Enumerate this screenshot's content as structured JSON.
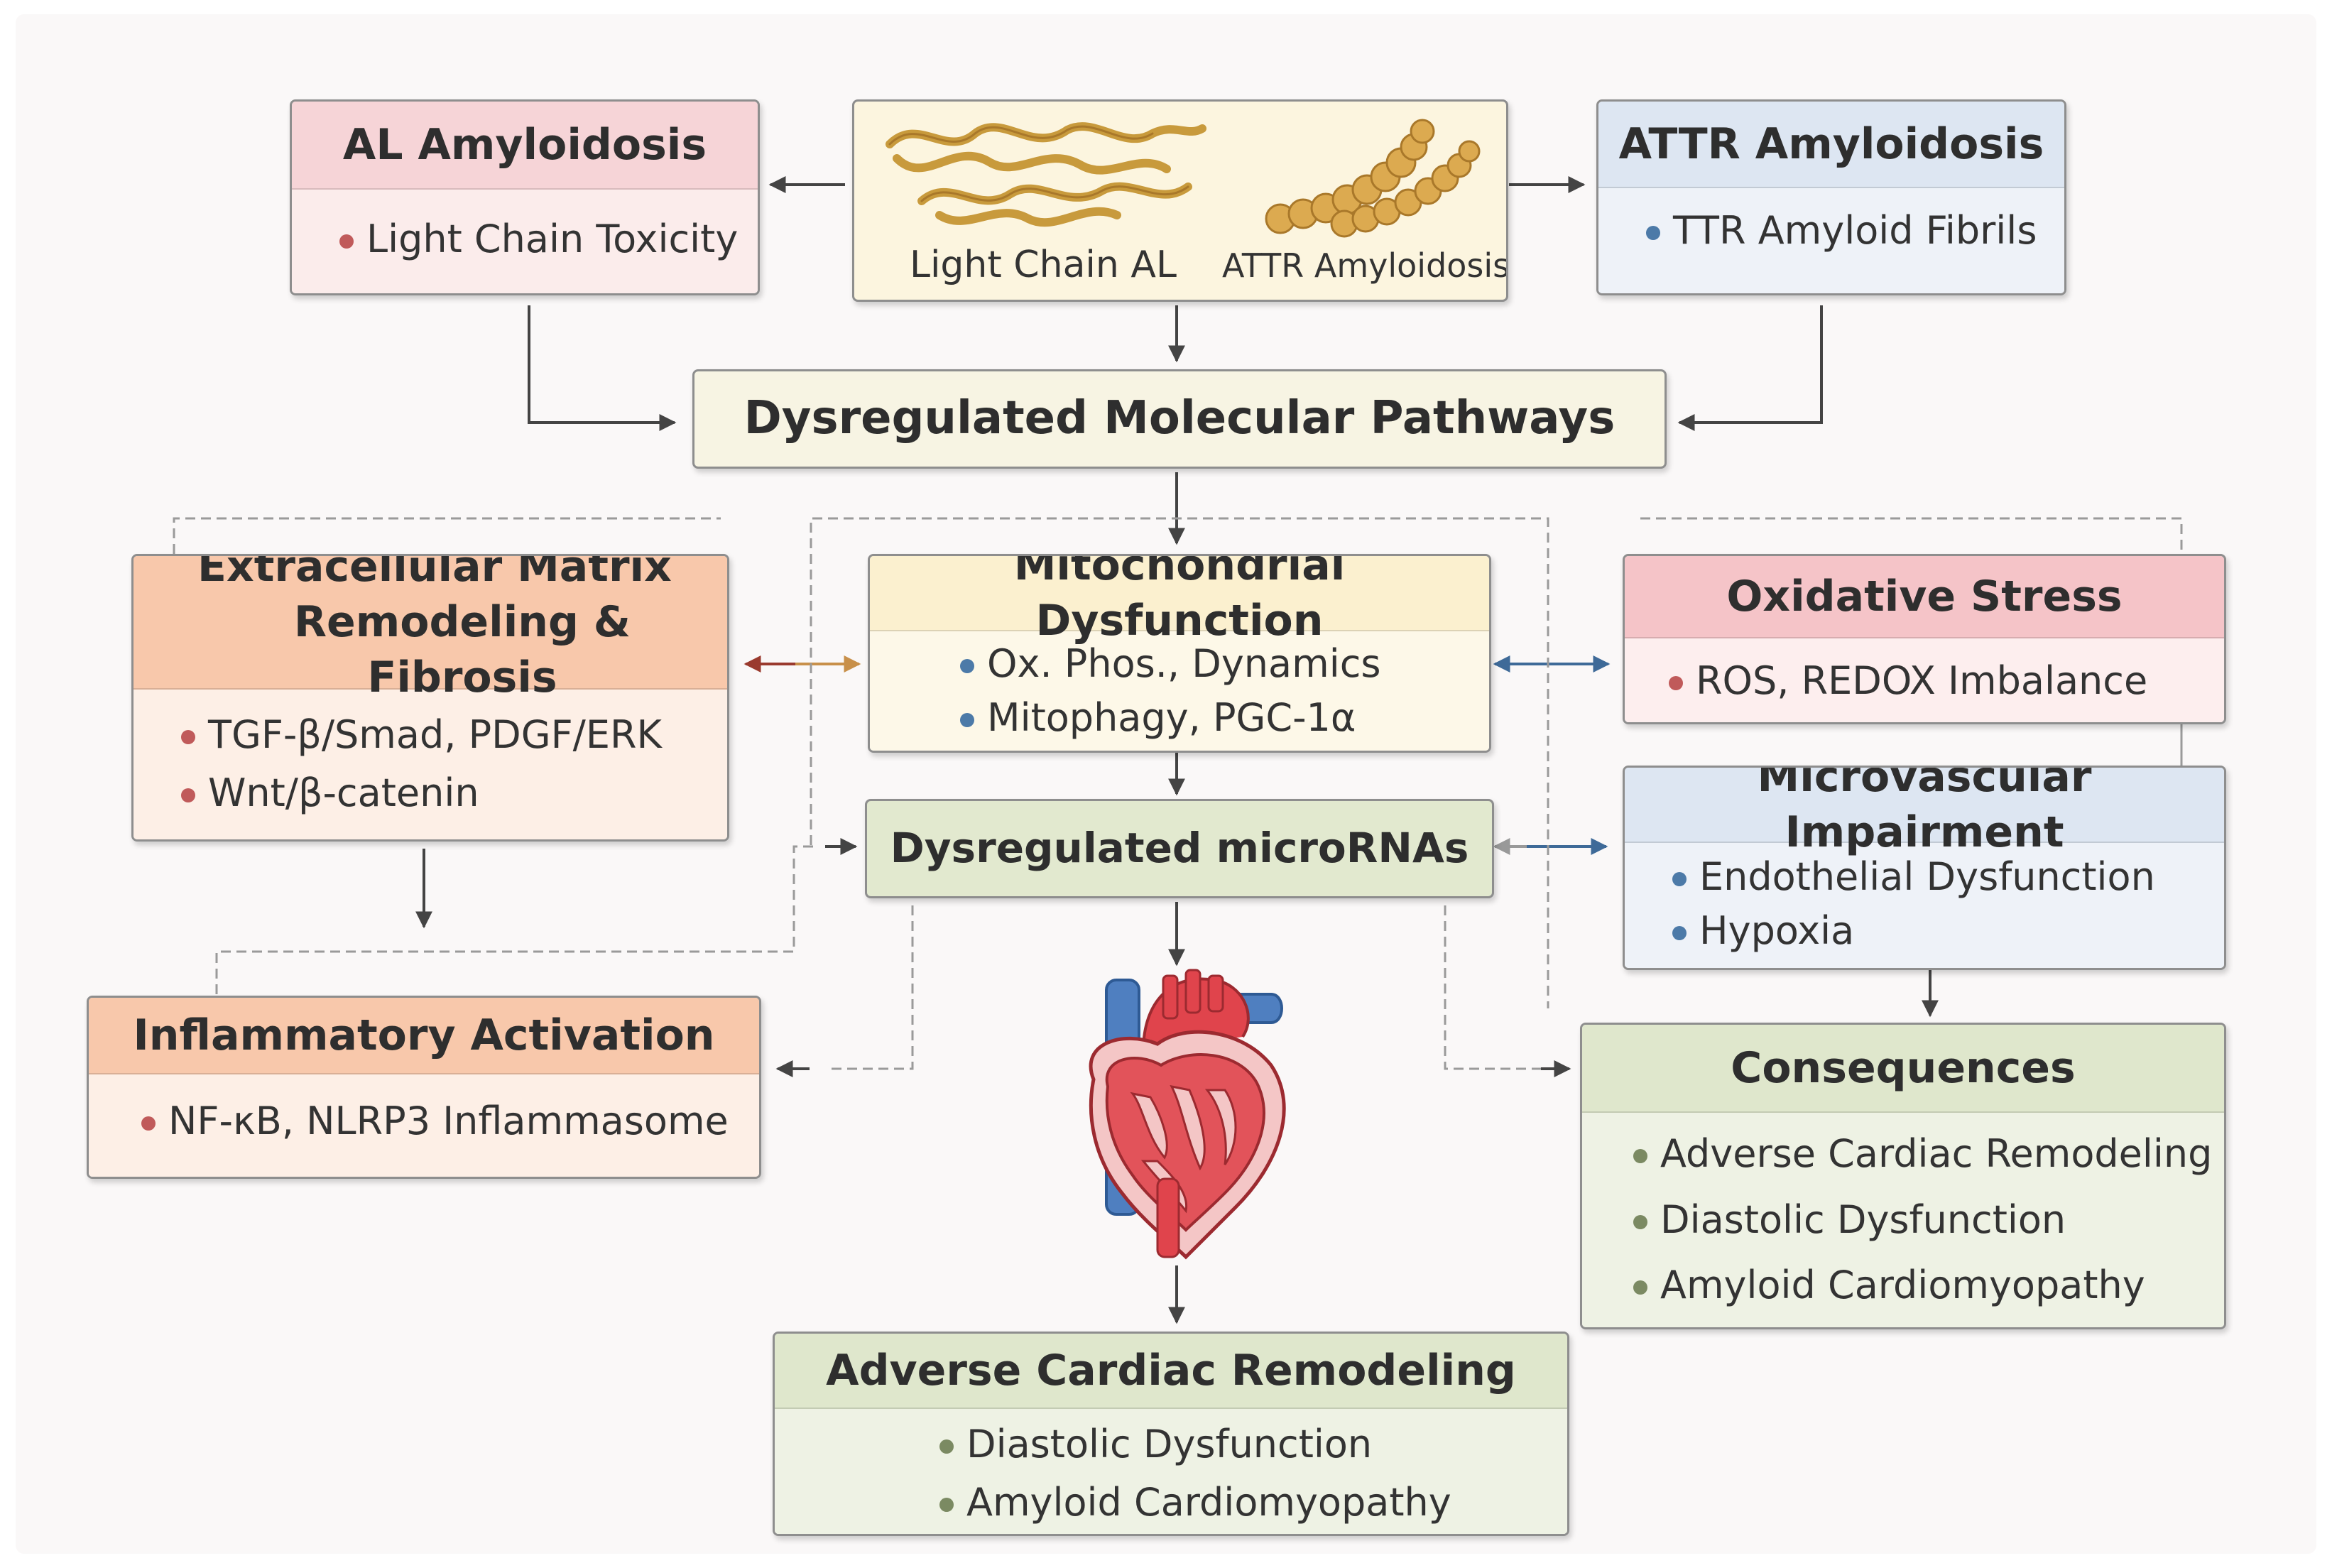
{
  "diagram": {
    "al_box": {
      "title": "AL Amyloidosis",
      "items": [
        "Light Chain Toxicity"
      ]
    },
    "fibril_box": {
      "label_left": "Light Chain AL",
      "label_right": "ATTR Amyloidosis"
    },
    "attr_box": {
      "title": "ATTR Amyloidosis",
      "items": [
        "TTR Amyloid Fibrils"
      ]
    },
    "pathways_box": {
      "title": "Dysregulated Molecular Pathways"
    },
    "ecm_box": {
      "title_line1": "Extracellular Matrix",
      "title_line2": "Remodeling & Fibrosis",
      "items": [
        "TGF-β/Smad, PDGF/ERK",
        "Wnt/β-catenin"
      ]
    },
    "mito_box": {
      "title": "Mitochondrial Dysfunction",
      "items": [
        "Ox. Phos., Dynamics",
        "Mitophagy, PGC-1α"
      ]
    },
    "oxidative_box": {
      "title": "Oxidative Stress",
      "items": [
        "ROS, REDOX Imbalance"
      ]
    },
    "mirna_box": {
      "title": "Dysregulated microRNAs"
    },
    "micro_box": {
      "title": "Microvascular Impairment",
      "items": [
        "Endothelial Dysfunction",
        "Hypoxia"
      ]
    },
    "inflam_box": {
      "title": "Inflammatory Activation",
      "items": [
        "NF-κB, NLRP3 Inflammasome"
      ]
    },
    "consequences_box": {
      "title": "Consequences",
      "items": [
        "Adverse Cardiac Remodeling",
        "Diastolic Dysfunction",
        "Amyloid Cardiomyopathy"
      ]
    },
    "remodeling_box": {
      "title": "Adverse Cardiac Remodeling",
      "items": [
        "Diastolic Dysfunction",
        "Amyloid Cardiomyopathy"
      ]
    }
  },
  "colors": {
    "red_header": "#f6d4d7",
    "red_body": "#fbeceb",
    "blue_header": "#dde6f2",
    "blue_body": "#eef2f8",
    "gold_header": "#fbf0cf",
    "gold_body": "#fdf8e8",
    "green_header": "#dfe7cc",
    "green_body": "#eef2e4",
    "orange_header": "#f8c8ab",
    "orange_body": "#fdefe6",
    "pink_header": "#f5c4c8",
    "pink_body": "#fdeeee",
    "arrow": "#444444",
    "dashed": "#9a9a9a"
  },
  "icons": [
    "light-chain-fibril-icon",
    "attr-fibril-icon",
    "heart-icon"
  ]
}
